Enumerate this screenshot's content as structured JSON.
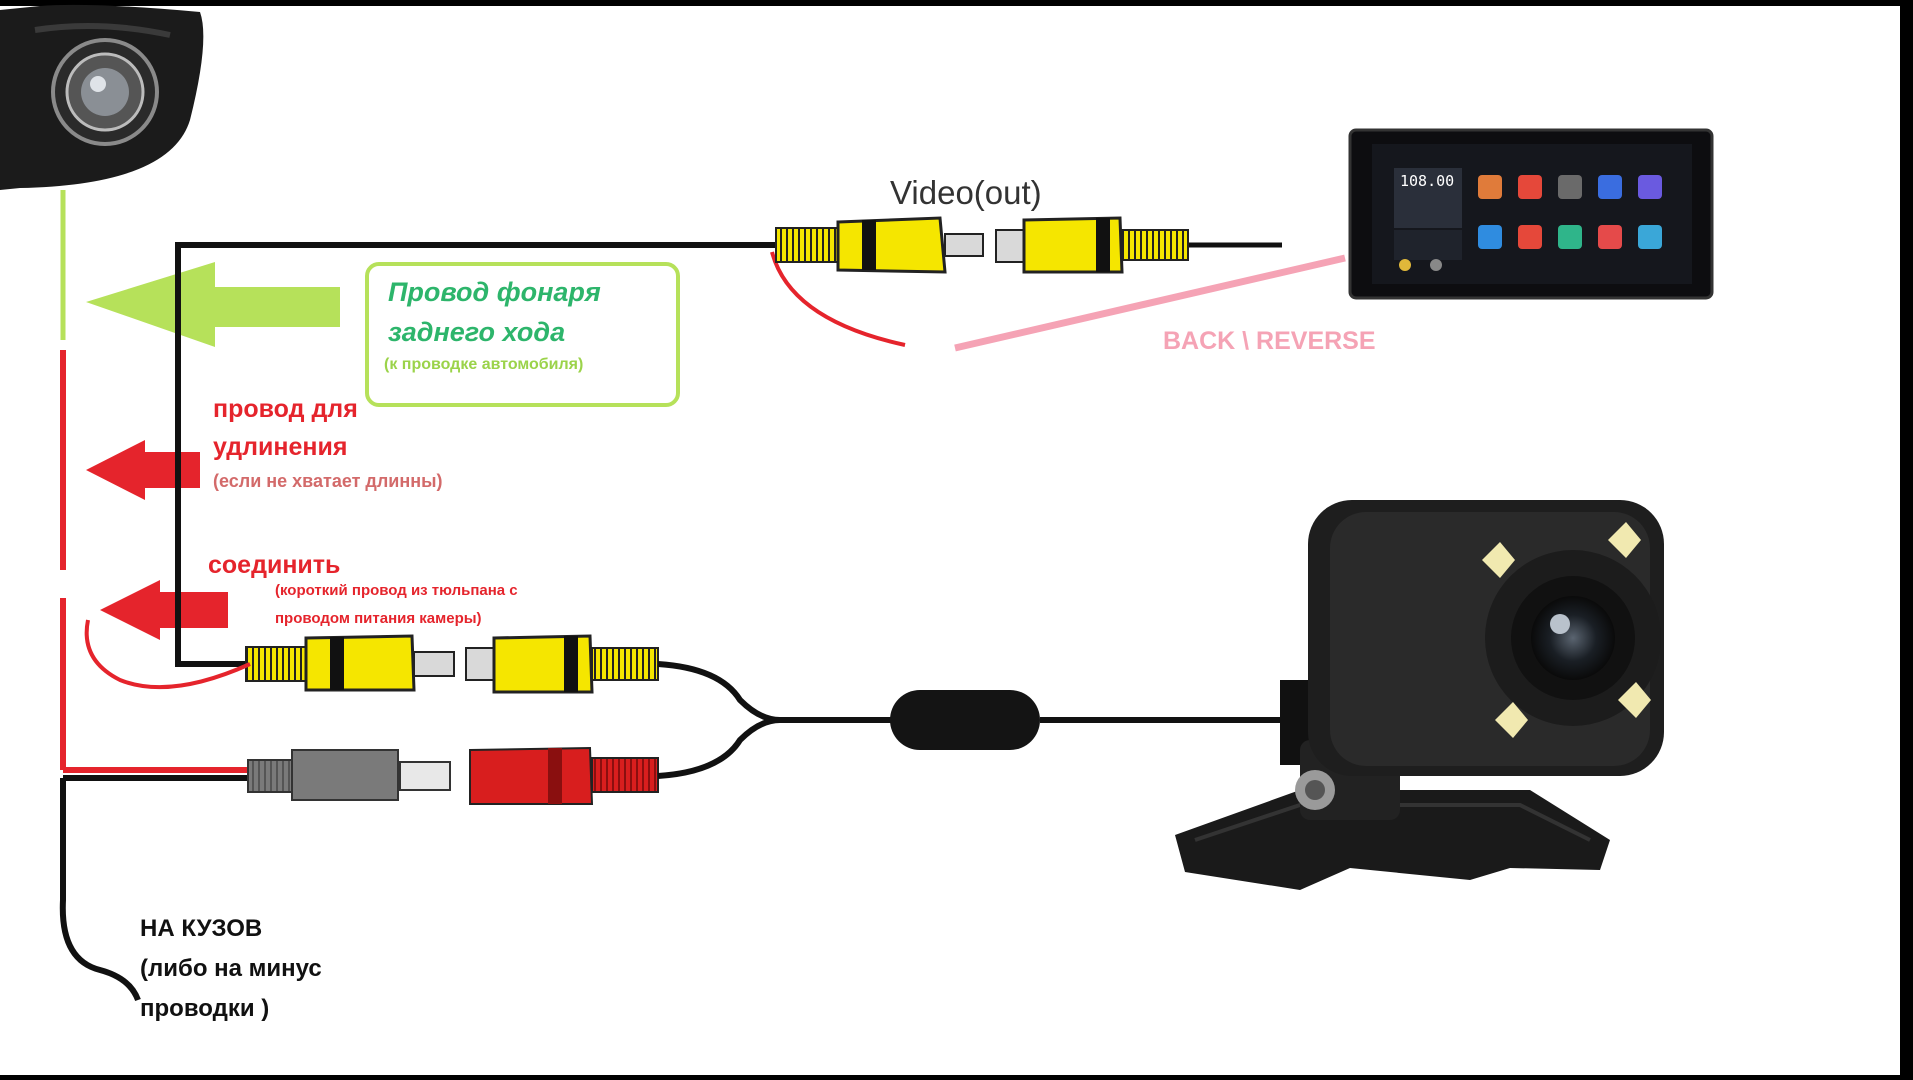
{
  "labels": {
    "video_out": "Video(out)",
    "back_reverse": "BACK \\ REVERSE",
    "reverse_light_line1": "Провод фонаря",
    "reverse_light_line2": "заднего хода",
    "reverse_light_note": "(к проводке автомобиля)",
    "extension_line1": "провод для",
    "extension_line2": "удлинения",
    "extension_note": "(если не хватает длинны)",
    "connect": "соединить",
    "connect_note_line1": "(короткий провод из тюльпана с",
    "connect_note_line2": "проводом питания камеры)",
    "ground_line1": "НА КУЗОВ",
    "ground_line2": "(либо на минус",
    "ground_line3": "проводки )"
  },
  "head_unit": {
    "radio_frequency": "108.00"
  },
  "colors": {
    "background": "#ffffff",
    "green_wire": "#b6e15a",
    "red_wire": "#e5242c",
    "pink_wire": "#f5a3b5",
    "rca_yellow": "#f5e600",
    "rca_red": "#d81e1e",
    "rca_gray": "#7a7a7a",
    "black_wire": "#111111"
  }
}
